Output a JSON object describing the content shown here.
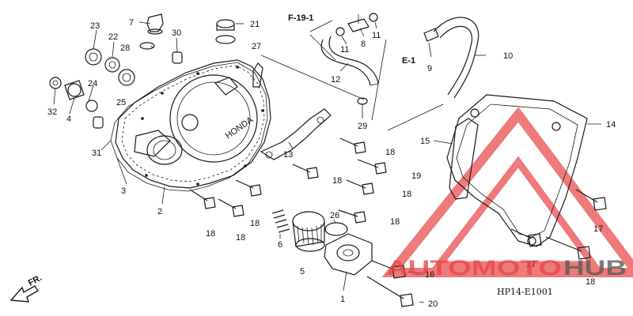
{
  "ref_labels": {
    "f19": "F-19-1",
    "e1": "E-1",
    "front": "FR."
  },
  "diagram_code": "HP14-E1001",
  "watermark": {
    "word_a": "AUTOMOTO",
    "word_b": "HUB",
    "color_red": "#e8484a",
    "color_gray": "#5a5a5a"
  },
  "part_numbers": {
    "p1": "1",
    "p2": "2",
    "p3": "3",
    "p4": "4",
    "p5": "5",
    "p6": "6",
    "p7": "7",
    "p8": "8",
    "p9": "9",
    "p10": "10",
    "p11a": "11",
    "p11b": "11",
    "p12": "12",
    "p13": "13",
    "p14": "14",
    "p15": "15",
    "p16": "16",
    "p17a": "17",
    "p17b": "17",
    "p18a": "18",
    "p18b": "18",
    "p18c": "18",
    "p18d": "18",
    "p18e": "18",
    "p18f": "18",
    "p18g": "18",
    "p19": "19",
    "p20": "20",
    "p21": "21",
    "p22": "22",
    "p23": "23",
    "p24": "24",
    "p25": "25",
    "p26": "26",
    "p27": "27",
    "p28": "28",
    "p29": "29",
    "p30": "30",
    "p31": "31",
    "p32": "32"
  }
}
